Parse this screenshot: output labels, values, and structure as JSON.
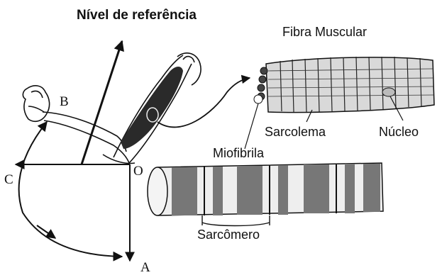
{
  "labels": {
    "reference_level": "Nível de referência",
    "muscle_fiber": "Fibra Muscular",
    "sarcolemma": "Sarcolema",
    "nucleus": "Núcleo",
    "myofibril": "Miofibrila",
    "sarcomere": "Sarcômero",
    "point_a": "A",
    "point_b": "B",
    "point_c": "C",
    "point_o": "O"
  },
  "colors": {
    "ink": "#111111",
    "muscle": "#2a2a2a",
    "band": "#555555"
  }
}
